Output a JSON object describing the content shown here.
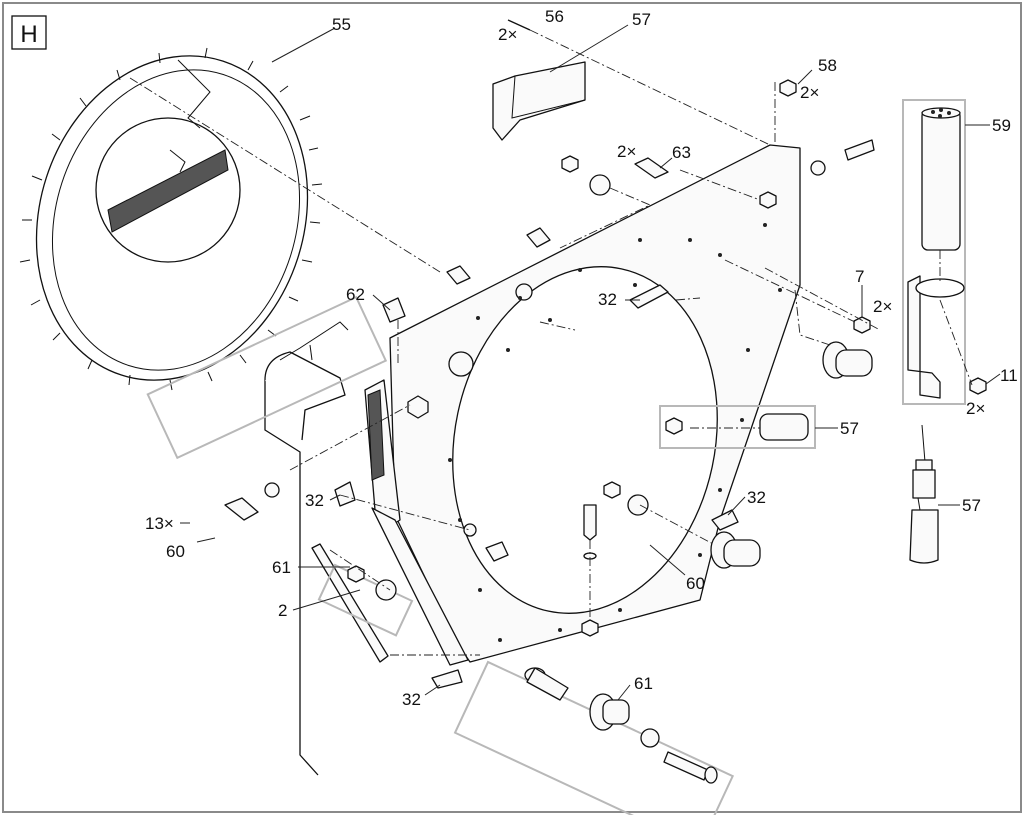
{
  "section_letter": "H",
  "callouts": {
    "c55": "55",
    "c56": "56",
    "c56_qty": "2×",
    "c57_top": "57",
    "c58": "58",
    "c58_qty": "2×",
    "c59": "59",
    "c63": "63",
    "c63_qty": "2×",
    "c62": "62",
    "c32_top": "32",
    "c7": "7",
    "c7_qty": "2×",
    "c11": "11",
    "c11_qty": "2×",
    "c57_mid": "57",
    "c57_right": "57",
    "c13_qty": "13×",
    "c60_left": "60",
    "c32_left": "32",
    "c32_right": "32",
    "c60_mid": "60",
    "c61_left": "61",
    "c2": "2",
    "c32_bottom": "32",
    "c61_bottom": "61"
  },
  "icons": {
    "drum": "drum-rim-icon",
    "panel": "side-panel-icon",
    "bracket": "bracket-icon",
    "nut": "hex-nut-icon",
    "bolt": "bolt-icon",
    "washer": "washer-icon",
    "roller": "roller-icon",
    "sensor": "sensor-icon"
  }
}
